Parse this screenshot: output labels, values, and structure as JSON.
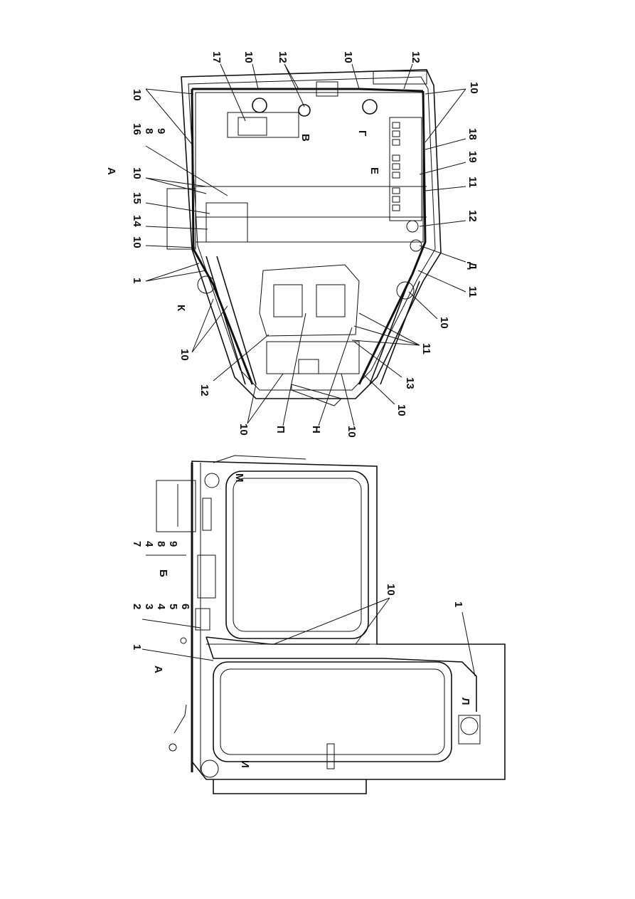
{
  "sheet": {
    "orientation_note_hidden": "",
    "views": {
      "top": {
        "view_letter": "А",
        "labels": [
          "10",
          "17",
          "10",
          "12",
          "10",
          "12",
          "10",
          "16",
          "8",
          "9",
          "В",
          "Г",
          "18",
          "19",
          "Е",
          "11",
          "10",
          "15",
          "14",
          "12",
          "10",
          "1",
          "Д",
          "К",
          "11",
          "10",
          "10",
          "11",
          "12",
          "13",
          "10",
          "10",
          "П",
          "Н",
          "10"
        ]
      },
      "side": {
        "labels": [
          "7",
          "4",
          "8",
          "9",
          "Б",
          "2",
          "3",
          "4",
          "5",
          "6",
          "1",
          "А",
          "10",
          "1",
          "Л",
          "И",
          "М"
        ]
      }
    }
  }
}
